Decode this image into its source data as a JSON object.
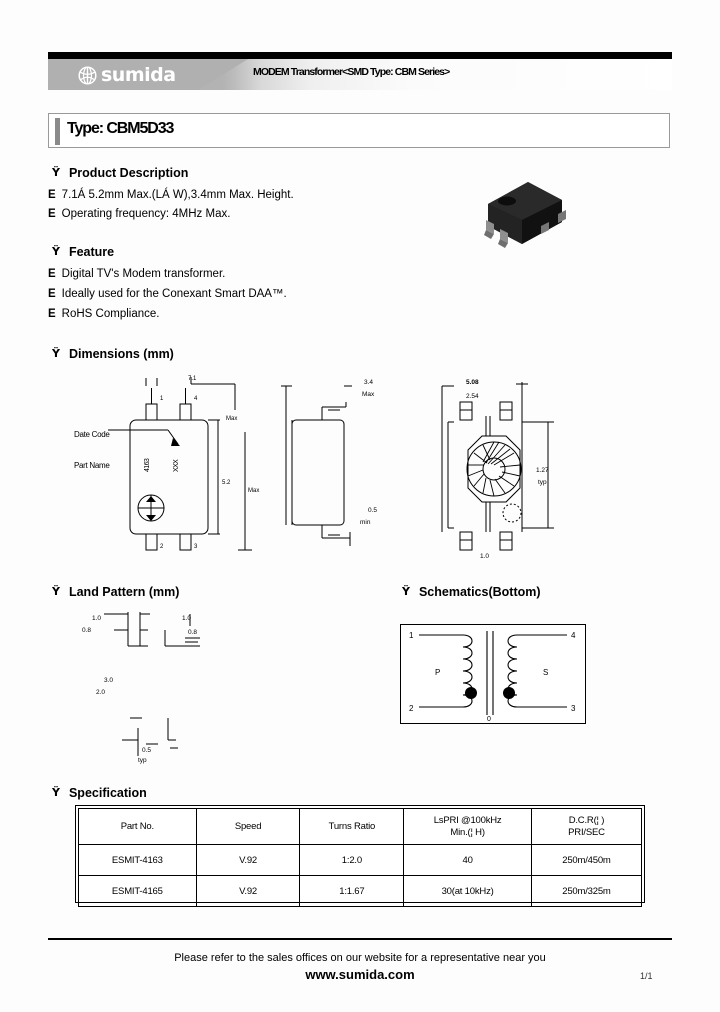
{
  "header": {
    "logo_text": "sumida",
    "logo_icon": "globe-mark-icon",
    "title": "MODEM Transformer<SMD Type: CBM Series>"
  },
  "type_box": {
    "label": "Type: CBM5D33"
  },
  "sections": {
    "product_description": {
      "bullet": "Ÿ",
      "heading": "Product Description",
      "items": [
        {
          "bullet": "E",
          "text": "7.1Á 5.2mm Max.(LÁ W),3.4mm Max. Height."
        },
        {
          "bullet": "E",
          "text": "Operating frequency: 4MHz Max."
        }
      ]
    },
    "feature": {
      "bullet": "Ÿ",
      "heading": "Feature",
      "items": [
        {
          "bullet": "E",
          "text": "Digital TV's Modem transformer."
        },
        {
          "bullet": "E",
          "text": "Ideally used for the Conexant Smart DAA™."
        },
        {
          "bullet": "E",
          "text": "RoHS Compliance."
        }
      ]
    },
    "dimensions": {
      "bullet": "Ÿ",
      "heading": "Dimensions (mm)",
      "callouts": {
        "date_code": "Date Code",
        "part_name": "Part Name"
      }
    },
    "land_pattern": {
      "bullet": "Ÿ",
      "heading": "Land Pattern (mm)"
    },
    "schematics": {
      "bullet": "Ÿ",
      "heading": "Schematics(Bottom)",
      "pins": {
        "top_left": "1",
        "bottom_left": "2",
        "top_right": "4",
        "bottom_right": "3",
        "left_label": "P",
        "right_label": "S",
        "center_label": "0"
      }
    },
    "specification": {
      "bullet": "Ÿ",
      "heading": "Specification"
    }
  },
  "spec_table": {
    "columns": [
      "Part No.",
      "Speed",
      "Turns Ratio",
      "LsPRI @100kHz\nMin.(¦ H)",
      "D.C.R(¦ )\nPRI/SEC"
    ],
    "col4_line1": "LsPRI @100kHz",
    "col4_line2": "Min.(¦  H)",
    "col5_line1": "D.C.R(¦  )",
    "col5_line2": "PRI/SEC",
    "rows": [
      {
        "part_no": "ESMIT-4163",
        "speed": "V.92",
        "turns_ratio": "1:2.0",
        "ls_pri": "40",
        "dcr": "250m/450m"
      },
      {
        "part_no": "ESMIT-4165",
        "speed": "V.92",
        "turns_ratio": "1:1.67",
        "ls_pri": "30(at 10kHz)",
        "dcr": "250m/325m"
      }
    ]
  },
  "footer": {
    "line1": "Please refer to the sales offices on our website for a representative near you",
    "line2": "www.sumida.com",
    "page": "1/1"
  },
  "colors": {
    "header_band_dark": "#b0b0b0",
    "rule": "#000000",
    "photo_body": "#1a1a1a"
  }
}
